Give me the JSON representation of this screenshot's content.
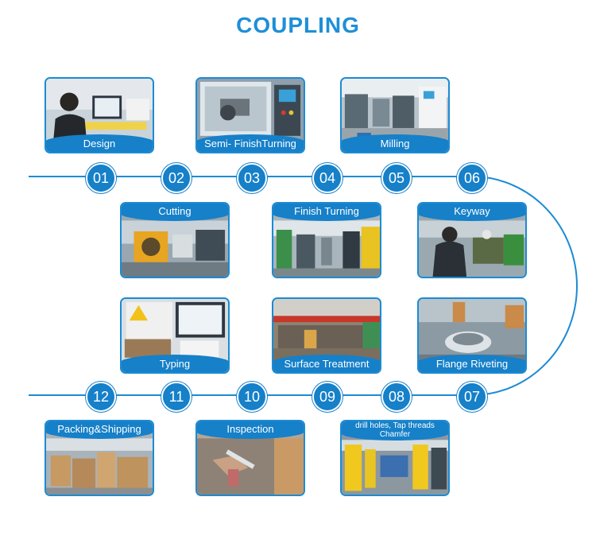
{
  "title": "COUPLING",
  "steps": [
    {
      "num": "01",
      "label": "Design"
    },
    {
      "num": "02",
      "label": "Cutting"
    },
    {
      "num": "03",
      "label": "Semi- FinishTurning"
    },
    {
      "num": "04",
      "label": "Finish Turning"
    },
    {
      "num": "05",
      "label": "Milling"
    },
    {
      "num": "06",
      "label": "Keyway"
    },
    {
      "num": "07",
      "label": "Flange Riveting"
    },
    {
      "num": "08",
      "label": "drill holes, Tap threads Chamfer"
    },
    {
      "num": "09",
      "label": "Surface Treatment"
    },
    {
      "num": "10",
      "label": "Inspection"
    },
    {
      "num": "11",
      "label": "Typing"
    },
    {
      "num": "12",
      "label": "Packing&Shipping"
    }
  ],
  "colors": {
    "accent": "#1680c9",
    "title": "#1f8fd6",
    "line": "#1c8bd3"
  }
}
